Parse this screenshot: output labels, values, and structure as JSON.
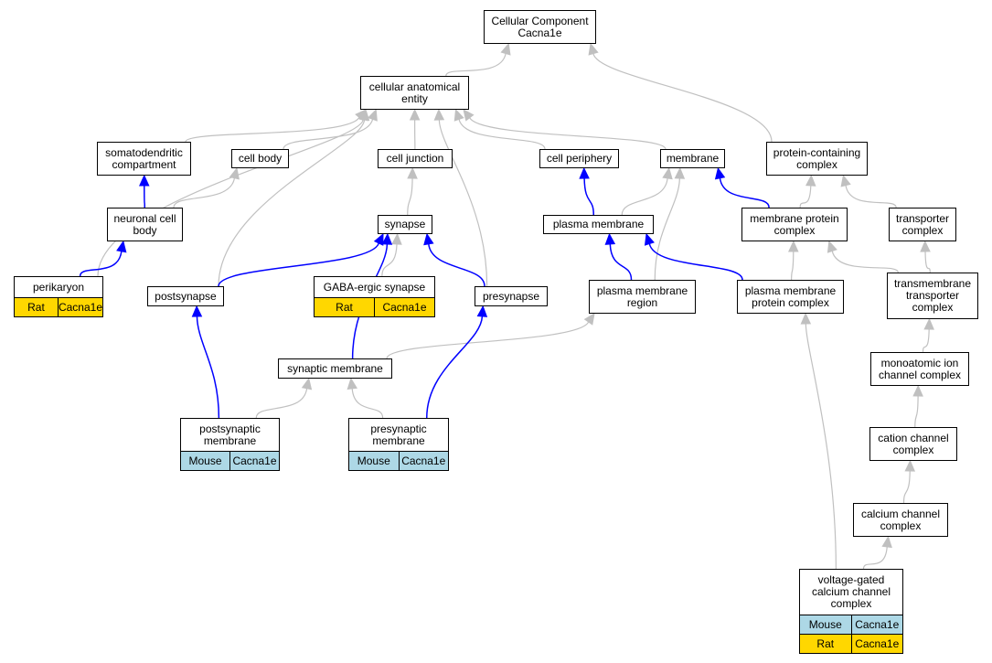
{
  "colors": {
    "is_a_edge": "#c0c0c0",
    "part_of_edge": "#0000ff",
    "mouse_annotation": "#add8e6",
    "rat_annotation": "#ffd700"
  },
  "nodes": [
    {
      "id": "root",
      "label": "Cellular Component\nCacna1e"
    },
    {
      "id": "cae",
      "label": "cellular anatomical\nentity"
    },
    {
      "id": "somato",
      "label": "somatodendritic\ncompartment"
    },
    {
      "id": "cellbody",
      "label": "cell body"
    },
    {
      "id": "celljunction",
      "label": "cell junction"
    },
    {
      "id": "cellperiphery",
      "label": "cell periphery"
    },
    {
      "id": "membrane",
      "label": "membrane"
    },
    {
      "id": "pcc",
      "label": "protein-containing\ncomplex"
    },
    {
      "id": "ncb",
      "label": "neuronal cell\nbody"
    },
    {
      "id": "synapse",
      "label": "synapse"
    },
    {
      "id": "pm",
      "label": "plasma membrane"
    },
    {
      "id": "mpc",
      "label": "membrane protein\ncomplex"
    },
    {
      "id": "tc",
      "label": "transporter\ncomplex"
    },
    {
      "id": "perikaryon",
      "label": "perikaryon",
      "annotations": [
        {
          "species": "Rat",
          "gene": "Cacna1e"
        }
      ]
    },
    {
      "id": "postsynapse",
      "label": "postsynapse"
    },
    {
      "id": "gaba",
      "label": "GABA-ergic synapse",
      "annotations": [
        {
          "species": "Rat",
          "gene": "Cacna1e"
        }
      ]
    },
    {
      "id": "presynapse",
      "label": "presynapse"
    },
    {
      "id": "pmr",
      "label": "plasma membrane\nregion"
    },
    {
      "id": "pmpc",
      "label": "plasma membrane\nprotein complex"
    },
    {
      "id": "ttc",
      "label": "transmembrane\ntransporter\ncomplex"
    },
    {
      "id": "synmem",
      "label": "synaptic membrane"
    },
    {
      "id": "mic",
      "label": "monoatomic ion\nchannel complex"
    },
    {
      "id": "postsynmem",
      "label": "postsynaptic\nmembrane",
      "annotations": [
        {
          "species": "Mouse",
          "gene": "Cacna1e"
        }
      ]
    },
    {
      "id": "presynmem",
      "label": "presynaptic\nmembrane",
      "annotations": [
        {
          "species": "Mouse",
          "gene": "Cacna1e"
        }
      ]
    },
    {
      "id": "ccc",
      "label": "cation channel\ncomplex"
    },
    {
      "id": "cacc",
      "label": "calcium channel\ncomplex"
    },
    {
      "id": "vgcc",
      "label": "voltage-gated\ncalcium channel\ncomplex",
      "annotations": [
        {
          "species": "Mouse",
          "gene": "Cacna1e"
        },
        {
          "species": "Rat",
          "gene": "Cacna1e"
        }
      ]
    }
  ],
  "edges": [
    {
      "from": "cae",
      "to": "root",
      "type": "is_a"
    },
    {
      "from": "pcc",
      "to": "root",
      "type": "is_a"
    },
    {
      "from": "somato",
      "to": "cae",
      "type": "is_a"
    },
    {
      "from": "cellbody",
      "to": "cae",
      "type": "is_a"
    },
    {
      "from": "celljunction",
      "to": "cae",
      "type": "is_a"
    },
    {
      "from": "cellperiphery",
      "to": "cae",
      "type": "is_a"
    },
    {
      "from": "membrane",
      "to": "cae",
      "type": "is_a"
    },
    {
      "from": "perikaryon",
      "to": "cae",
      "type": "is_a"
    },
    {
      "from": "postsynapse",
      "to": "cae",
      "type": "is_a"
    },
    {
      "from": "presynapse",
      "to": "cae",
      "type": "is_a"
    },
    {
      "from": "ncb",
      "to": "somato",
      "type": "part_of"
    },
    {
      "from": "ncb",
      "to": "cellbody",
      "type": "is_a"
    },
    {
      "from": "synapse",
      "to": "celljunction",
      "type": "is_a"
    },
    {
      "from": "pm",
      "to": "cellperiphery",
      "type": "part_of"
    },
    {
      "from": "pm",
      "to": "membrane",
      "type": "is_a"
    },
    {
      "from": "pmr",
      "to": "membrane",
      "type": "is_a"
    },
    {
      "from": "mpc",
      "to": "membrane",
      "type": "part_of"
    },
    {
      "from": "mpc",
      "to": "pcc",
      "type": "is_a"
    },
    {
      "from": "tc",
      "to": "pcc",
      "type": "is_a"
    },
    {
      "from": "perikaryon",
      "to": "ncb",
      "type": "part_of"
    },
    {
      "from": "postsynapse",
      "to": "synapse",
      "type": "part_of"
    },
    {
      "from": "gaba",
      "to": "synapse",
      "type": "is_a"
    },
    {
      "from": "presynapse",
      "to": "synapse",
      "type": "part_of"
    },
    {
      "from": "synmem",
      "to": "synapse",
      "type": "part_of"
    },
    {
      "from": "pmr",
      "to": "pm",
      "type": "part_of"
    },
    {
      "from": "pmpc",
      "to": "pm",
      "type": "part_of"
    },
    {
      "from": "pmpc",
      "to": "mpc",
      "type": "is_a"
    },
    {
      "from": "ttc",
      "to": "mpc",
      "type": "is_a"
    },
    {
      "from": "ttc",
      "to": "tc",
      "type": "is_a"
    },
    {
      "from": "synmem",
      "to": "pmr",
      "type": "is_a"
    },
    {
      "from": "mic",
      "to": "ttc",
      "type": "is_a"
    },
    {
      "from": "postsynmem",
      "to": "postsynapse",
      "type": "part_of"
    },
    {
      "from": "postsynmem",
      "to": "synmem",
      "type": "is_a"
    },
    {
      "from": "presynmem",
      "to": "synmem",
      "type": "is_a"
    },
    {
      "from": "presynmem",
      "to": "presynapse",
      "type": "part_of"
    },
    {
      "from": "ccc",
      "to": "mic",
      "type": "is_a"
    },
    {
      "from": "cacc",
      "to": "ccc",
      "type": "is_a"
    },
    {
      "from": "vgcc",
      "to": "cacc",
      "type": "is_a"
    },
    {
      "from": "vgcc",
      "to": "pmpc",
      "type": "is_a"
    }
  ]
}
